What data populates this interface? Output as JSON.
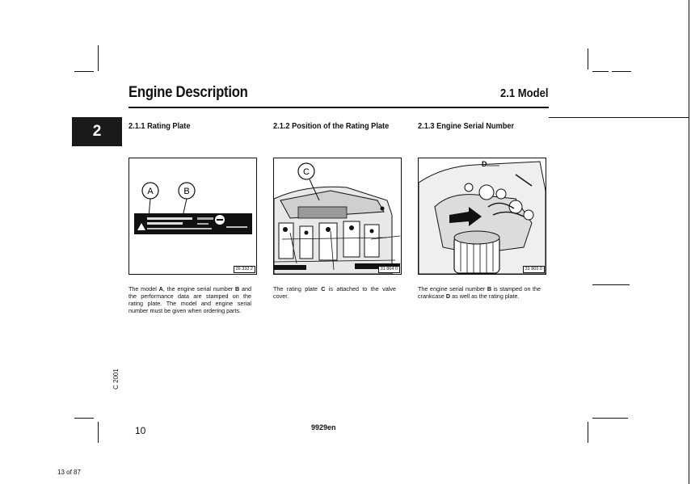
{
  "header": {
    "title": "Engine Description",
    "section": "2.1 Model"
  },
  "chapter_tab": "2",
  "columns": [
    {
      "heading": "2.1.1  Rating Plate",
      "figure_ref": "26 332 2",
      "callouts": [
        "A",
        "B"
      ],
      "caption": [
        {
          "t": "The model "
        },
        {
          "t": "A",
          "b": true
        },
        {
          "t": ", the engine serial number "
        },
        {
          "t": "B",
          "b": true
        },
        {
          "t": " and the performance data are stamped on the rating plate. The model and engine serial number must be given when ordering parts."
        }
      ]
    },
    {
      "heading": "2.1.2  Position of the Rating Plate",
      "figure_ref": "31 864 0",
      "callouts": [
        "C"
      ],
      "caption": [
        {
          "t": "The rating plate "
        },
        {
          "t": "C",
          "b": true
        },
        {
          "t": " is attached to the valve cover."
        }
      ]
    },
    {
      "heading": "2.1.3  Engine Serial Number",
      "figure_ref": "31 865 0",
      "callouts": [
        "D"
      ],
      "caption": [
        {
          "t": "The engine serial number "
        },
        {
          "t": "B",
          "b": true
        },
        {
          "t": " is stamped on the crankcase "
        },
        {
          "t": "D",
          "b": true
        },
        {
          "t": " as well as the rating plate."
        }
      ]
    }
  ],
  "footer": {
    "page_number": "10",
    "doc_code": "9929en",
    "copyright": "C 2001"
  },
  "viewer": {
    "page_count": "13 of 87"
  }
}
